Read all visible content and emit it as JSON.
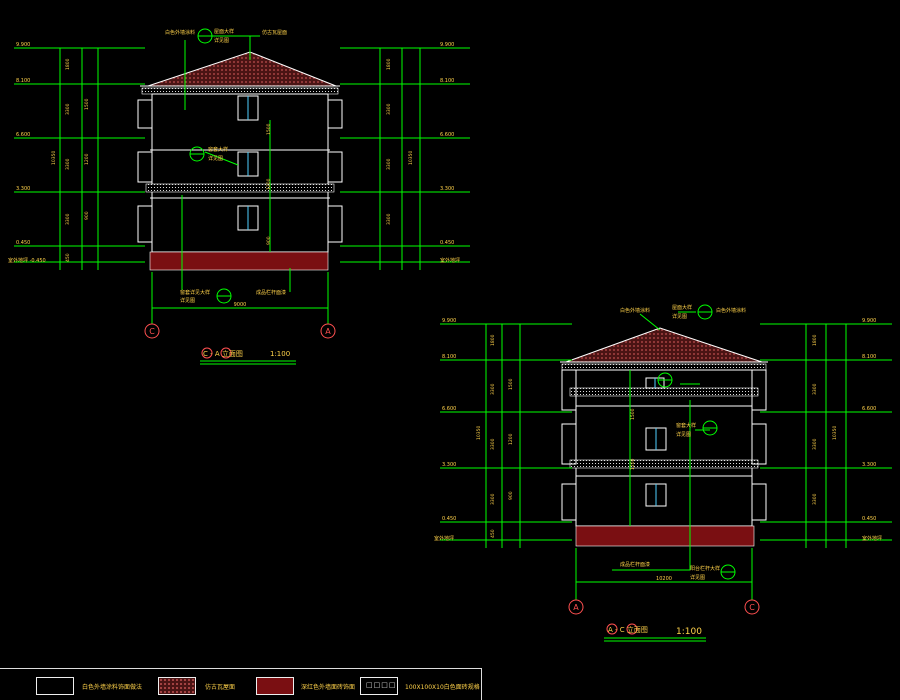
{
  "colors": {
    "background": "#000000",
    "dimension_line": "#00ff00",
    "structure": "#ffffff",
    "axis_circle": "#ff5050",
    "text": "#ffd24a",
    "roof_tiles": "#9a3b3b",
    "plinth": "#7a0f12",
    "accent_cyan": "#4fd0ff"
  },
  "drawings": [
    {
      "title": "C - A 立面图",
      "scale": "1:100",
      "axis_left": "C",
      "axis_right": "A",
      "overall_width": "9000",
      "callouts": [
        "白色外墙涂料",
        "屋面大样",
        "详见图",
        "仿古瓦屋面",
        "窗套大样",
        "详见图",
        "窗套详见大样",
        "详见图",
        "成品栏杆面漆"
      ],
      "left_levels": [
        "9.900",
        "8.100",
        "6.600",
        "3.300",
        "0.450",
        "室外地坪 -0.450"
      ],
      "right_levels": [
        "9.900",
        "8.100",
        "6.600",
        "3.300",
        "0.450",
        "室外地坪"
      ],
      "dim_values": [
        "1800",
        "1500",
        "3300",
        "3300",
        "3300",
        "900",
        "450",
        "1500",
        "1200",
        "900",
        "10350"
      ]
    },
    {
      "title": "A - C 立面图",
      "scale": "1:100",
      "axis_left": "A",
      "axis_right": "C",
      "overall_width": "10200",
      "callouts": [
        "白色外墙涂料",
        "屋面大样",
        "详见图",
        "白色外墙涂料",
        "窗套大样",
        "详见图",
        "成品栏杆面漆",
        "阳台栏杆大样",
        "详见图"
      ],
      "left_levels": [
        "9.900",
        "8.100",
        "6.600",
        "3.300",
        "0.450",
        "室外地坪"
      ],
      "right_levels": [
        "9.900",
        "8.100",
        "6.600",
        "3.300",
        "0.450",
        "室外地坪"
      ],
      "dim_values": [
        "1800",
        "1500",
        "3300",
        "3300",
        "3300",
        "900",
        "450",
        "1500",
        "1200",
        "900",
        "10350"
      ]
    }
  ],
  "legend": [
    {
      "label": "白色外墙涂料饰面做法",
      "swatch": "white-frame"
    },
    {
      "label": "仿古瓦屋面",
      "swatch": "roof-tiles"
    },
    {
      "label": "深红色外墙面砖饰面",
      "swatch": "dark-red"
    },
    {
      "label": "100X100X10白色面砖规格",
      "swatch": "dotted-tiles"
    }
  ]
}
